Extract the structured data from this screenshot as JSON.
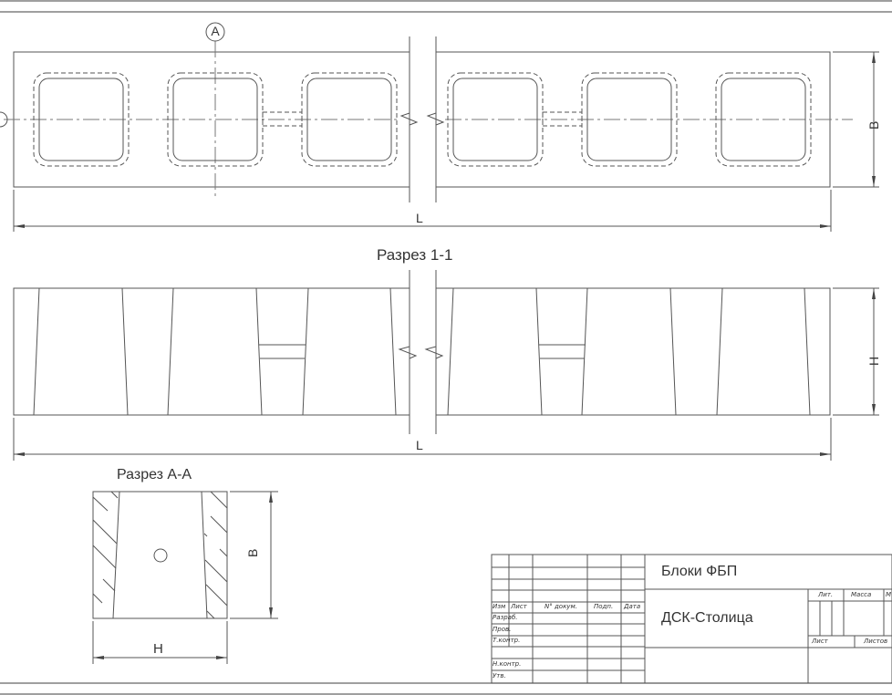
{
  "drawing": {
    "plan_view": {
      "section_marker_A": "A",
      "dim_length": "L",
      "dim_width": "B"
    },
    "section_1_1": {
      "title": "Разрез 1-1",
      "dim_length": "L",
      "dim_height": "H"
    },
    "section_A_A": {
      "title": "Разрез А-А",
      "dim_width": "B",
      "dim_height": "H"
    }
  },
  "title_block": {
    "product_name": "Блоки ФБП",
    "company": "ДСК-Столица",
    "columns": {
      "izm": "Изм",
      "list": "Лист",
      "doc_no": "N° докум.",
      "sign": "Подп.",
      "date": "Дата"
    },
    "rows": [
      "Разраб.",
      "Пров.",
      "Т.контр.",
      "",
      "Н.контр.",
      "Утв."
    ],
    "stage_labels": {
      "lit": "Лит.",
      "mass": "Масса",
      "scale": "М",
      "sheet": "Лист",
      "sheets": "Листов"
    }
  }
}
